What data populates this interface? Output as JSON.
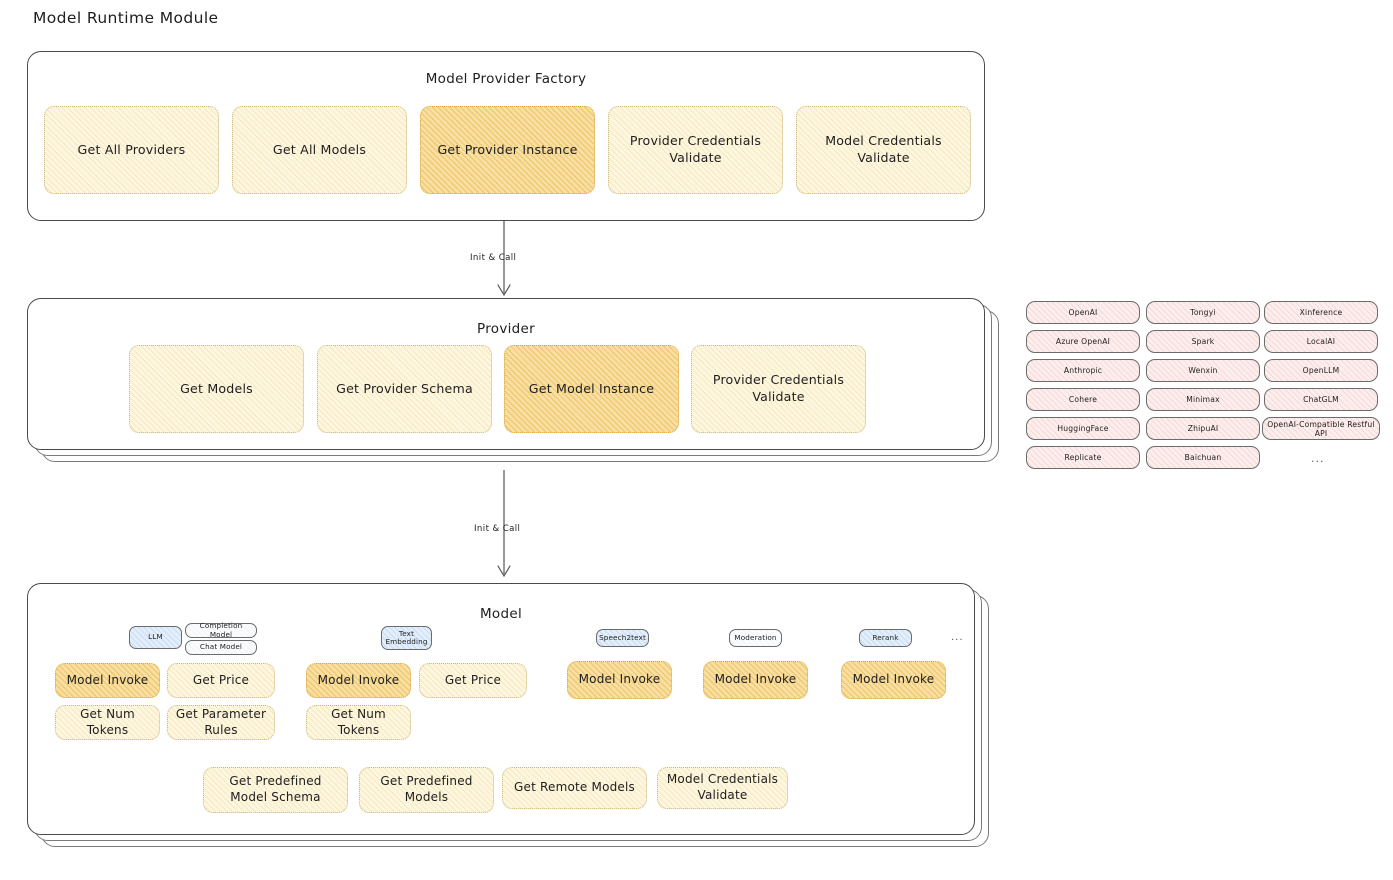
{
  "page": {
    "title": "Model Runtime Module"
  },
  "colors": {
    "highlight_box": "#f8dfa4",
    "normal_box": "#fdf6e0",
    "provider_pill": "#fdeeee",
    "chip_blue": "#e3eefb",
    "chip_white": "#fbfcfe",
    "stroke": "#4a4a4a"
  },
  "factory": {
    "title": "Model Provider Factory",
    "methods": [
      {
        "label": "Get All Providers",
        "highlight": false
      },
      {
        "label": "Get All Models",
        "highlight": false
      },
      {
        "label": "Get Provider Instance",
        "highlight": true
      },
      {
        "label": "Provider Credentials Validate",
        "highlight": false
      },
      {
        "label": "Model Credentials Validate",
        "highlight": false
      }
    ]
  },
  "arrows": [
    {
      "label": "Init & Call"
    },
    {
      "label": "Init & Call"
    }
  ],
  "provider": {
    "title": "Provider",
    "methods": [
      {
        "label": "Get Models",
        "highlight": false
      },
      {
        "label": "Get Provider Schema",
        "highlight": false
      },
      {
        "label": "Get Model Instance",
        "highlight": true
      },
      {
        "label": "Provider Credentials Validate",
        "highlight": false
      }
    ]
  },
  "provider_list": {
    "ellipsis": "...",
    "columns": [
      [
        "OpenAI",
        "Azure OpenAI",
        "Anthropic",
        "Cohere",
        "HuggingFace",
        "Replicate"
      ],
      [
        "Tongyi",
        "Spark",
        "Wenxin",
        "Minimax",
        "ZhipuAI",
        "Baichuan"
      ],
      [
        "Xinference",
        "LocalAI",
        "OpenLLM",
        "ChatGLM",
        "OpenAI-Compatible Restful API"
      ]
    ]
  },
  "model": {
    "title": "Model",
    "ellipsis": "...",
    "types": [
      {
        "name": "LLM",
        "style": "blue",
        "sub_chips": [
          "Completion Model",
          "Chat Model"
        ],
        "methods": [
          {
            "label": "Model Invoke",
            "highlight": true
          },
          {
            "label": "Get Price",
            "highlight": false
          },
          {
            "label": "Get Num Tokens",
            "highlight": false
          },
          {
            "label": "Get Parameter Rules",
            "highlight": false
          }
        ]
      },
      {
        "name": "Text Embedding",
        "style": "blue",
        "sub_chips": [],
        "methods": [
          {
            "label": "Model Invoke",
            "highlight": true
          },
          {
            "label": "Get Price",
            "highlight": false
          },
          {
            "label": "Get Num Tokens",
            "highlight": false
          }
        ]
      },
      {
        "name": "Speech2text",
        "style": "blue",
        "sub_chips": [],
        "methods": [
          {
            "label": "Model Invoke",
            "highlight": true
          }
        ]
      },
      {
        "name": "Moderation",
        "style": "white",
        "sub_chips": [],
        "methods": [
          {
            "label": "Model Invoke",
            "highlight": true
          }
        ]
      },
      {
        "name": "Rerank",
        "style": "blue",
        "sub_chips": [],
        "methods": [
          {
            "label": "Model Invoke",
            "highlight": true
          }
        ]
      }
    ],
    "shared_methods": [
      {
        "label": "Get Predefined Model Schema"
      },
      {
        "label": "Get Predefined Models"
      },
      {
        "label": "Get Remote Models"
      },
      {
        "label": "Model Credentials Validate"
      }
    ]
  }
}
